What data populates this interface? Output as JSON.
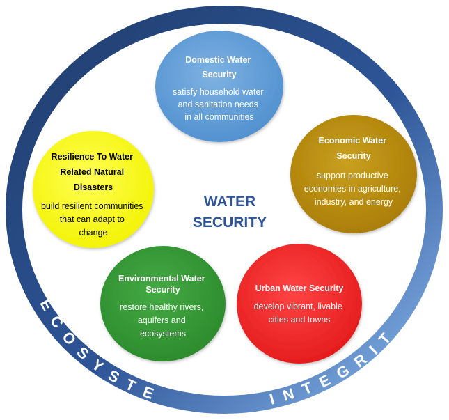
{
  "center": {
    "line1": "WATER",
    "line2": "SECURITY"
  },
  "ring": {
    "word1": "ECOSYSTEM",
    "word2": "INTEGRITY"
  },
  "nodes": {
    "domestic": {
      "title": [
        "Domestic Water",
        "Security"
      ],
      "body": [
        "satisfy household water",
        "and sanitation needs",
        "in all communities"
      ],
      "color": "#5b9bd5"
    },
    "economic": {
      "title": [
        "Economic Water",
        "Security"
      ],
      "body": [
        "support productive",
        "economies in agriculture,",
        "industry, and energy"
      ],
      "color": "#bf9000"
    },
    "resilience": {
      "title": [
        "Resilience To Water",
        "Related Natural",
        "Disasters"
      ],
      "body": [
        "build resilient communities",
        "that can adapt to",
        "change"
      ],
      "color": "#ffff00"
    },
    "environmental": {
      "title": [
        "Environmental Water",
        "Security"
      ],
      "body": [
        "restore healthy rivers,",
        "aquifers and",
        "ecosystems"
      ],
      "color": "#339933"
    },
    "urban": {
      "title": [
        "Urban Water Security"
      ],
      "body": [
        "develop vibrant, livable",
        "cities and towns"
      ],
      "color": "#ff2222"
    }
  },
  "colors": {
    "ring_dark": "#1f3c6b",
    "ring_light": "#c6d9f0",
    "center_text": "#2e5597"
  }
}
